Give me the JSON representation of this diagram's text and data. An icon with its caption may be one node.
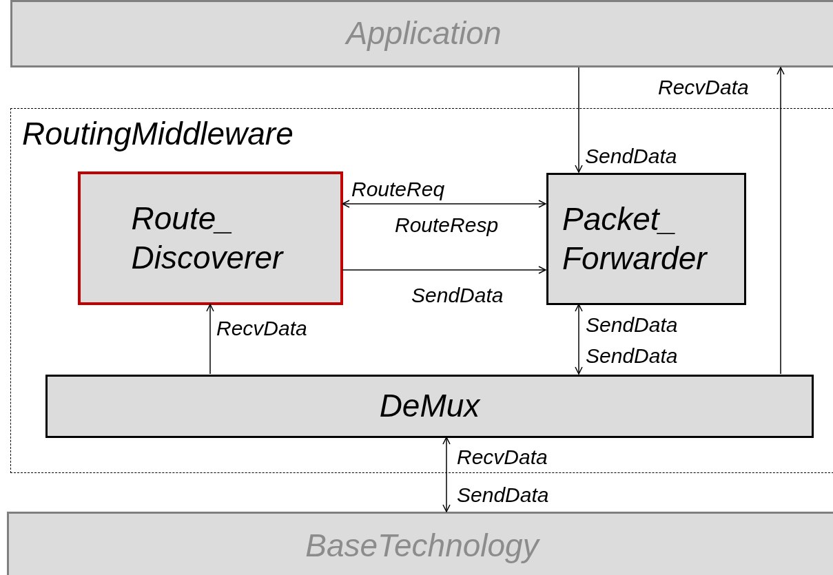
{
  "diagram": {
    "nodes": [
      {
        "text": [
          "Application"
        ]
      },
      {
        "text": [
          "RoutingMiddleware"
        ]
      },
      {
        "text": [
          "Route_ Discoverer"
        ],
        "in": 1
      },
      {
        "text": [
          "Packet_ Forwarder"
        ],
        "in": 1
      },
      {
        "text": [
          "DeMux"
        ],
        "in": 1
      },
      {
        "text": [
          "BaseTechnology"
        ]
      }
    ],
    "edges": [
      {
        "from": 0,
        "to": 3,
        "arrow": "to",
        "label": "SendData"
      },
      {
        "from": 2,
        "to": 3,
        "arrow": "both",
        "label": "RouteReq"
      },
      {
        "from": 2,
        "to": 3,
        "arrow": "to",
        "label": "SendData"
      },
      {
        "from": 4,
        "to": 2,
        "arrow": "to",
        "label": "RecvData"
      },
      {
        "from": 3,
        "to": 4,
        "arrow": "both",
        "label": "SendData"
      },
      {
        "from": 4,
        "to": 0,
        "arrow": "to",
        "label": "RecvData"
      },
      {
        "from": 4,
        "to": 5,
        "arrow": "both",
        "label": "RecvData"
      }
    ],
    "labels": [
      "RouteResp",
      "SendData",
      "SendData"
    ]
  }
}
